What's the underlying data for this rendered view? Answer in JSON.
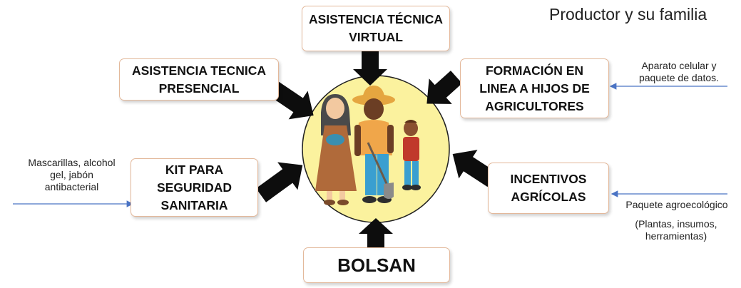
{
  "title": "Productor y su familia",
  "boxes": {
    "virtual": "ASISTENCIA TÉCNICA\nVIRTUAL",
    "presencial": "ASISTENCIA TECNICA\nPRESENCIAL",
    "formacion": "FORMACIÓN EN\nLINEA A HIJOS DE\nAGRICULTORES",
    "kit": "KIT PARA\nSEGURIDAD\nSANITARIA",
    "incentivos": "INCENTIVOS\nAGRÍCOLAS",
    "bolsan": "BOLSAN"
  },
  "notes": {
    "celular": "Aparato celular y\npaquete de datos.",
    "mascarillas": "Mascarillas, alcohol\ngel, jabón\nantibacterial",
    "paquete": "Paquete agroecológico",
    "plantas": "(Plantas, insumos,\nherramientas)"
  },
  "colors": {
    "circle_fill": "#fbf29e",
    "box_border": "#e3b89a",
    "arrow": "#0d0d0d",
    "connector": "#4a73c4"
  }
}
